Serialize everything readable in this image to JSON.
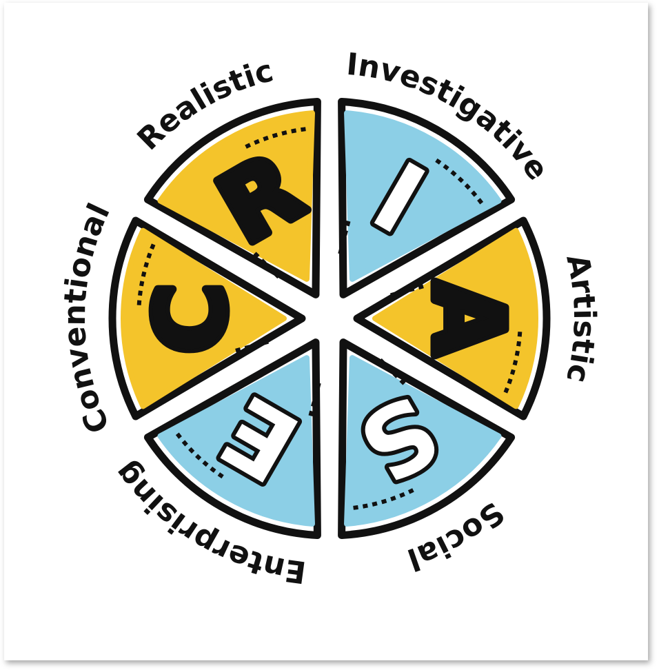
{
  "diagram": {
    "segments": [
      {
        "letter": "R",
        "name": "Realistic",
        "fill": "#F4C42B",
        "letter_fill": "#111111"
      },
      {
        "letter": "I",
        "name": "Investigative",
        "fill": "#8CCFE6",
        "letter_fill": "#ffffff"
      },
      {
        "letter": "A",
        "name": "Artistic",
        "fill": "#F4C42B",
        "letter_fill": "#111111"
      },
      {
        "letter": "S",
        "name": "Social",
        "fill": "#8CCFE6",
        "letter_fill": "#ffffff"
      },
      {
        "letter": "E",
        "name": "Enterprising",
        "fill": "#8CCFE6",
        "letter_fill": "#ffffff"
      },
      {
        "letter": "C",
        "name": "Conventional",
        "fill": "#F4C42B",
        "letter_fill": "#111111"
      }
    ],
    "colors": {
      "outline": "#111111",
      "background": "#ffffff"
    }
  }
}
